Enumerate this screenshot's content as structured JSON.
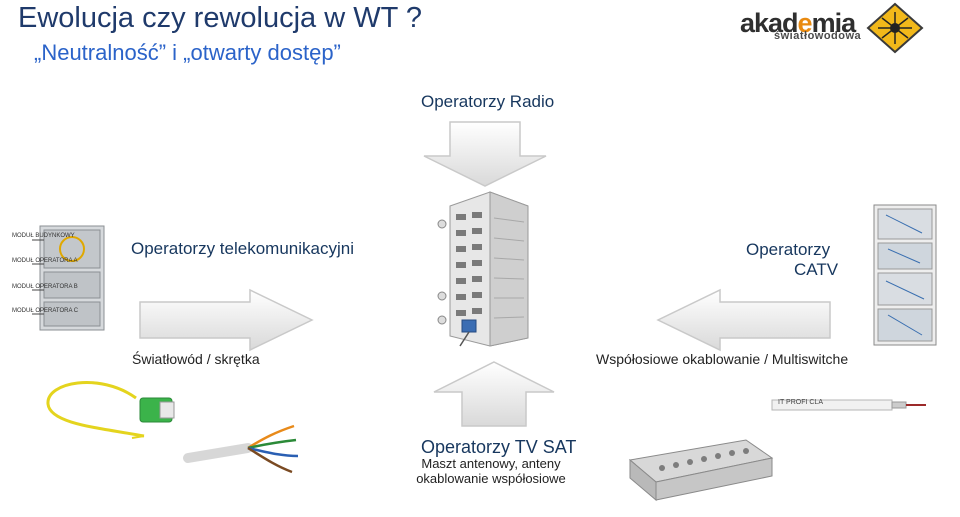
{
  "header": {
    "title": "Ewolucja czy rewolucja w WT ?",
    "subtitle": "„Neutralność” i „otwarty dostęp”"
  },
  "logo": {
    "name_part1": "akad",
    "name_accent": "e",
    "name_part2": "mia",
    "tagline": "światłowodowa"
  },
  "labels": {
    "radio": "Operatorzy Radio",
    "telecom": "Operatorzy telekomunikacyjni",
    "catv_line1": "Operatorzy",
    "catv_line2": "CATV",
    "fiber": "Światłowód / skrętka",
    "coax": "Współosiowe okablowanie / Multiswitche",
    "sat_title": "Operatorzy TV SAT",
    "sat_line1": "Maszt antenowy, anteny",
    "sat_line2": "okablowanie współosiowe"
  },
  "cabinet_labels": {
    "l1": "MODUŁ BUDYNKOWY",
    "l2": "MODUŁ OPERATORA A",
    "l3": "MODUŁ OPERATORA B",
    "l4": "MODUŁ OPERATORA C"
  },
  "cable_print": "IT PROFI CLA",
  "colors": {
    "title": "#1f3a6b",
    "subtitle": "#2b63c9",
    "accent": "#e98a10",
    "arrow_fill": "#f2f2f2"
  }
}
